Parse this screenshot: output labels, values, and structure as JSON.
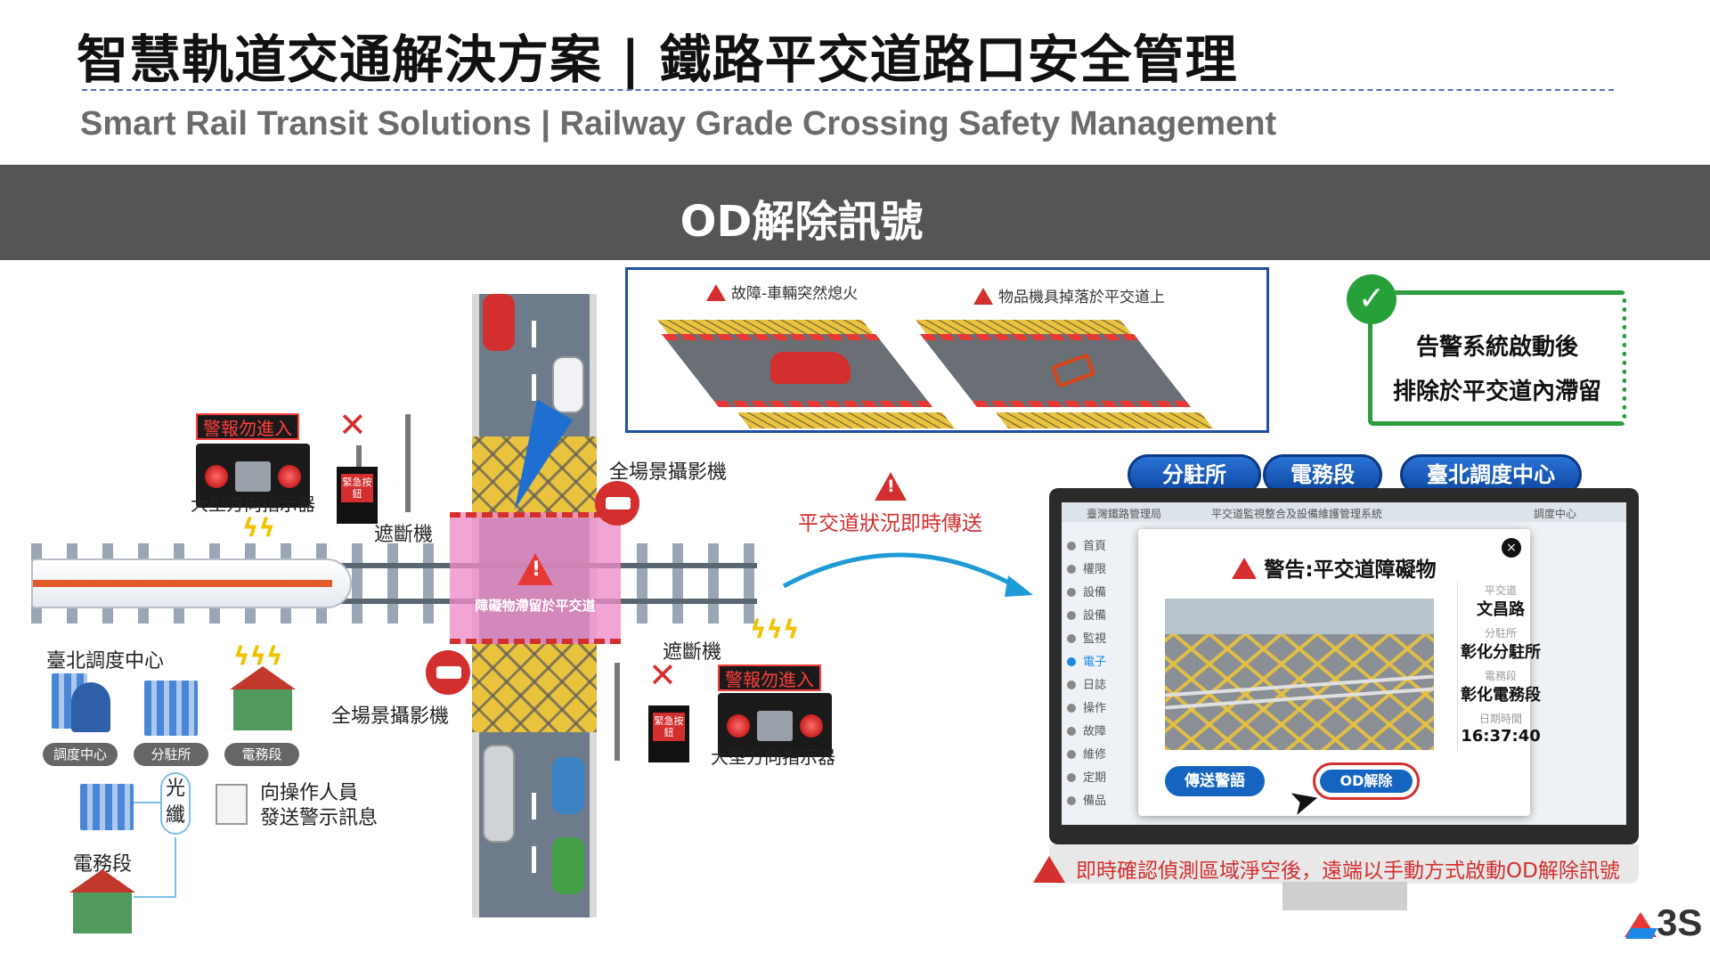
{
  "header": {
    "title_zh": "智慧軌道交通解決方案 | 鐵路平交道路口安全管理",
    "title_en": "Smart Rail Transit Solutions | Railway Grade Crossing Safety Management",
    "banner": "OD解除訊號"
  },
  "diagram": {
    "obstacle_text": "障礙物滯留於平交道",
    "board_title_1": "警報勿進入",
    "board_label_1": "大型方向指示器",
    "board_title_2": "警報勿進入",
    "board_label_2": "大型方向指示器",
    "emergency_button": "緊急按鈕",
    "barrier_1": "遮斷機",
    "barrier_2": "遮斷機",
    "camera_1": "全場景攝影機",
    "camera_2": "全場景攝影機",
    "dispatch_center": "臺北調度中心",
    "pill_dispatch": "調度中心",
    "pill_branch": "分駐所",
    "pill_electric": "電務段",
    "fiber": "光纖",
    "notify_line1": "向操作人員",
    "notify_line2": "發送警示訊息",
    "electric_section": "電務段"
  },
  "scenarios": {
    "scene1_title": "故障-車輛突然熄火",
    "scene2_title": "物品機具掉落於平交道上"
  },
  "callout": {
    "line1": "告警系統啟動後",
    "line2": "排除於平交道內滯留"
  },
  "transmit": {
    "text": "平交道狀況即時傳送"
  },
  "tabs": [
    "分駐所",
    "電務段",
    "臺北調度中心"
  ],
  "app": {
    "org": "臺灣鐵路管理局",
    "system": "平交道監視整合及設備維護管理系統",
    "user": "調度中心",
    "sidebar": [
      "首頁",
      "權限",
      "設備",
      "設備",
      "監視",
      "電子",
      "日誌",
      "操作",
      "故障",
      "維修",
      "定期",
      "備品"
    ]
  },
  "dialog": {
    "title": "警告:平交道障礙物",
    "close": "×",
    "info": [
      {
        "label": "平交道",
        "value": "文昌路"
      },
      {
        "label": "分駐所",
        "value": "彰化分駐所"
      },
      {
        "label": "電務段",
        "value": "彰化電務段"
      },
      {
        "label": "日期時間",
        "value": "16:37:40"
      }
    ],
    "send_button": "傳送警語",
    "od_button": "OD解除"
  },
  "bottom_note": "即時確認偵測區域淨空後，遠端以手動方式啟動OD解除訊號",
  "logo": "3S",
  "colors": {
    "banner": "#555555",
    "alert_red": "#d32f2f",
    "tab_blue": "#1565c0",
    "callout_green": "#2e9b3f"
  }
}
